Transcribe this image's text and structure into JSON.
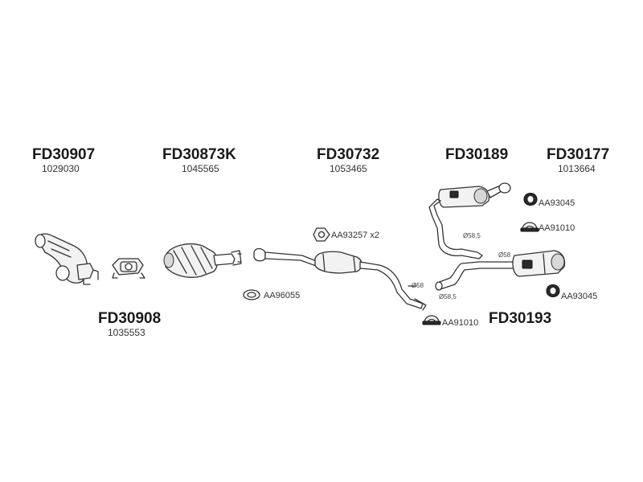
{
  "parts": [
    {
      "code": "FD30907",
      "oem": "1029030"
    },
    {
      "code": "FD30873K",
      "oem": "1045565"
    },
    {
      "code": "FD30732",
      "oem": "1053465"
    },
    {
      "code": "FD30189",
      "oem": ""
    },
    {
      "code": "FD30177",
      "oem": "1013664"
    },
    {
      "code": "FD30908",
      "oem": "1035553"
    },
    {
      "code": "FD30193",
      "oem": ""
    }
  ],
  "accessories": [
    {
      "code": "AA93257 x2"
    },
    {
      "code": "AA96055"
    },
    {
      "code": "AA93045"
    },
    {
      "code": "AA91010"
    },
    {
      "code": "AA93045"
    },
    {
      "code": "AA91010"
    }
  ],
  "dimensions": [
    "Ø58,5",
    "Ø58",
    "Ø58",
    "Ø58,5"
  ],
  "colors": {
    "ink": "#1a1a1a",
    "background": "#ffffff"
  }
}
